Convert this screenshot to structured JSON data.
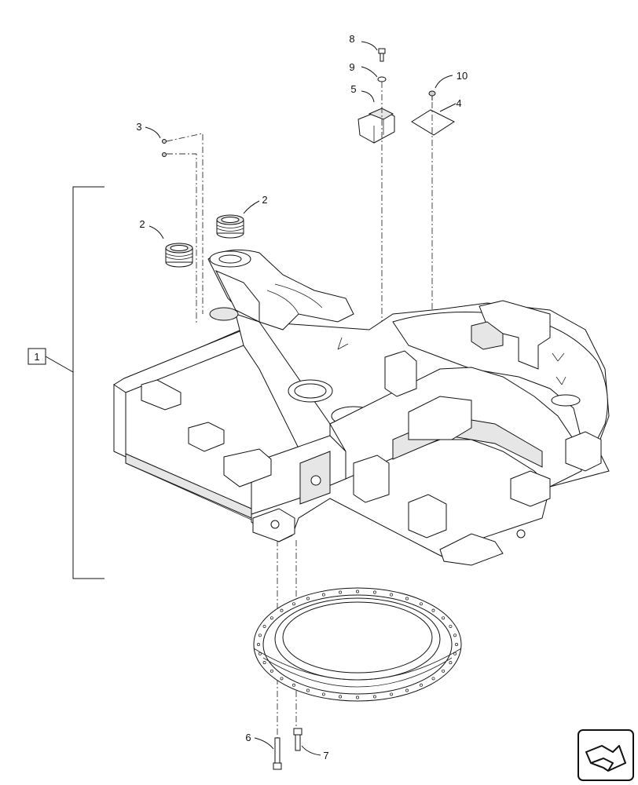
{
  "callouts": {
    "c1": "1",
    "c2a": "2",
    "c2b": "2",
    "c3": "3",
    "c4": "4",
    "c5": "5",
    "c6": "6",
    "c7": "7",
    "c8": "8",
    "c9": "9",
    "c10": "10"
  },
  "icons": {
    "nav": "next-page-arrow-icon"
  },
  "colors": {
    "line": "#111111",
    "background": "#ffffff"
  }
}
